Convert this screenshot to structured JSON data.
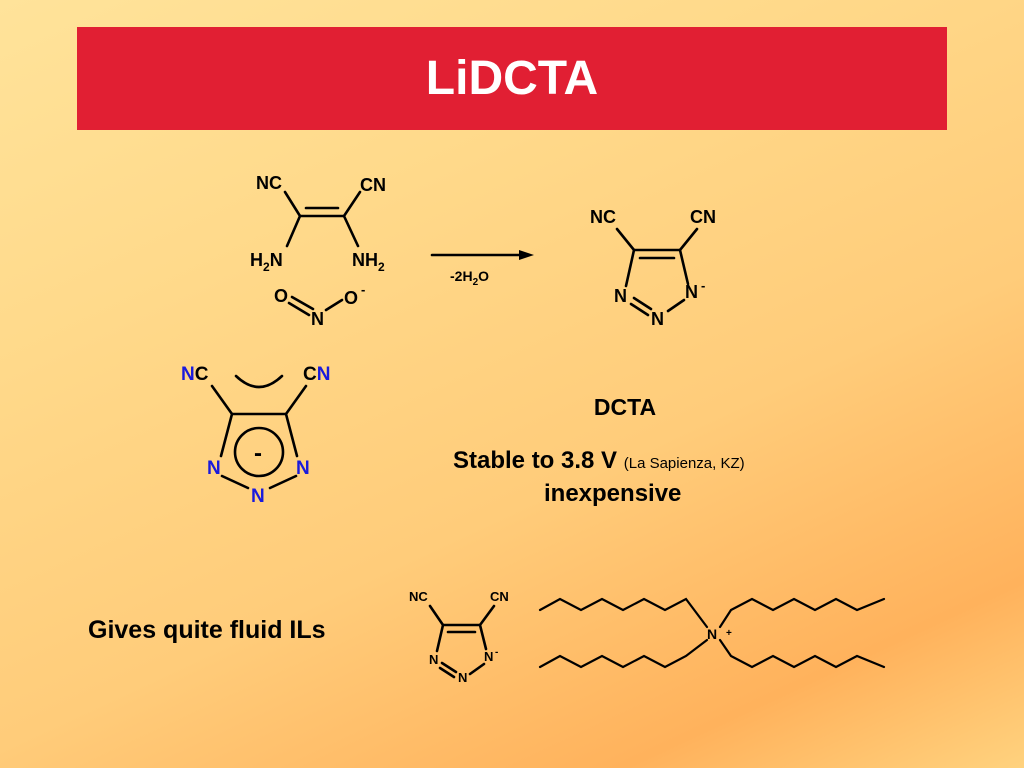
{
  "title": "LiDCTA",
  "reactant": {
    "nc_left": "NC",
    "cn_right": "CN",
    "h2n": {
      "h": "H",
      "sub": "2",
      "n": "N"
    },
    "nh2": {
      "n": "NH",
      "sub": "2"
    },
    "nitrite": {
      "o": "O",
      "n": "N",
      "o_minus": "O",
      "charge": "-"
    }
  },
  "arrow": {
    "condition_prefix": "-2H",
    "condition_sub": "2",
    "condition_suffix": "O"
  },
  "product": {
    "nc": "NC",
    "cn": "CN",
    "n_left": "N",
    "n_bottom": "N",
    "n_right": "N",
    "charge": "-"
  },
  "delocalized_anion": {
    "nc_n": "N",
    "nc_c": "C",
    "cn_c": "C",
    "cn_n": "N",
    "n_left": "N",
    "n_bottom": "N",
    "n_right": "N",
    "charge": "-",
    "accent_color": "#1a1adc"
  },
  "properties": {
    "name": "DCTA",
    "stability": "Stable to 3.8 V",
    "stability_note": "(La Sapienza, KZ)",
    "cost": "inexpensive"
  },
  "ionic_liquid": {
    "caption": "Gives quite fluid ILs",
    "anion": {
      "nc": "NC",
      "cn": "CN",
      "n_left": "N",
      "n_bottom": "N",
      "n_right": "N",
      "charge": "-"
    },
    "cation": {
      "n": "N",
      "charge": "+"
    }
  },
  "colors": {
    "banner": "#e11f33",
    "title_text": "#ffffff"
  }
}
